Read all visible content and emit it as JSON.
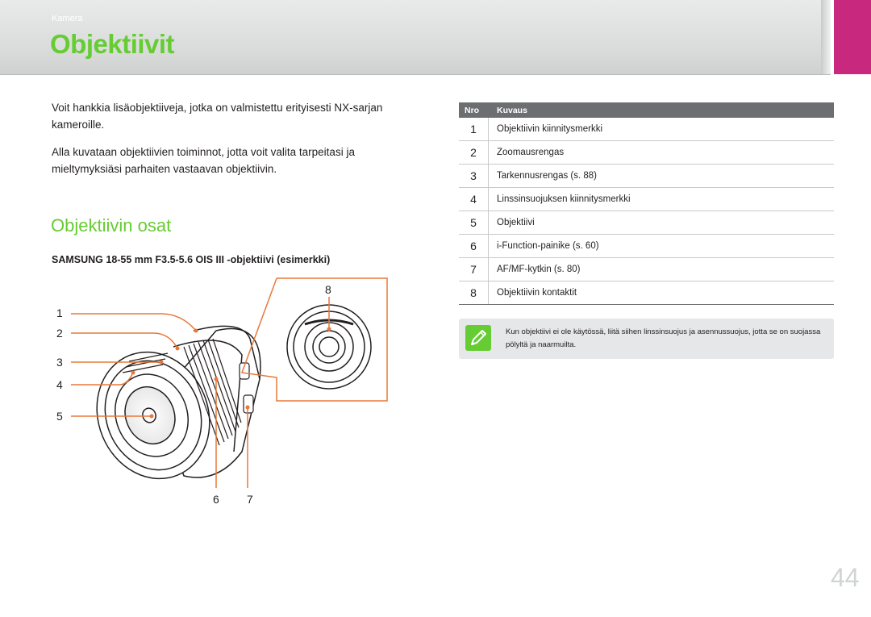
{
  "header": {
    "section_label": "Kamera",
    "title": "Objektiivit"
  },
  "intro": {
    "paragraph1": "Voit hankkia lisäobjektiiveja, jotka on valmistettu erityisesti NX-sarjan kameroille.",
    "paragraph2": "Alla kuvataan objektiivien toiminnot, jotta voit valita tarpeitasi ja mieltymyksiäsi parhaiten vastaavan objektiivin."
  },
  "section": {
    "heading": "Objektiivin osat",
    "lens_caption": "SAMSUNG 18-55 mm F3.5-5.6 OIS III -objektiivi (esimerkki)"
  },
  "diagram": {
    "callouts": [
      "1",
      "2",
      "3",
      "4",
      "5",
      "6",
      "7",
      "8"
    ],
    "callout_color": "#e8783a"
  },
  "table": {
    "header_nro": "Nro",
    "header_desc": "Kuvaus",
    "rows": [
      {
        "nro": "1",
        "desc": "Objektiivin kiinnitysmerkki"
      },
      {
        "nro": "2",
        "desc": "Zoomausrengas"
      },
      {
        "nro": "3",
        "desc": "Tarkennusrengas (s. 88)"
      },
      {
        "nro": "4",
        "desc": "Linssinsuojuksen kiinnitysmerkki"
      },
      {
        "nro": "5",
        "desc": "Objektiivi"
      },
      {
        "nro": "6",
        "desc": "i-Function-painike (s. 60)"
      },
      {
        "nro": "7",
        "desc": "AF/MF-kytkin (s. 80)"
      },
      {
        "nro": "8",
        "desc": "Objektiivin kontaktit"
      }
    ]
  },
  "note": {
    "icon": "pencil-note-icon",
    "text": "Kun objektiivi ei ole käytössä, liitä siihen linssinsuojus ja asennussuojus, jotta se on suojassa pölyltä ja naarmuilta."
  },
  "page_number": "44",
  "colors": {
    "accent_green": "#66cc33",
    "tab_magenta": "#c8297e",
    "table_header": "#6d6e71"
  }
}
